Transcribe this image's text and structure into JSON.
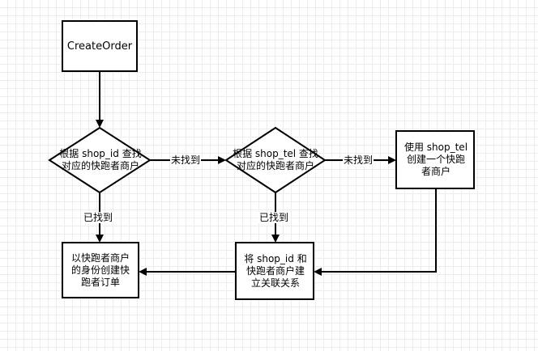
{
  "nodes": {
    "create_order": "CreateOrder",
    "lookup_shop_id": "根据 shop_id 查找对应的快跑者商户",
    "lookup_shop_tel": "根据 shop_tel 查找对应的快跑者商户",
    "create_merchant": "使用 shop_tel 创建一个快跑者商户",
    "link_relation": "将 shop_id 和快跑者商户建立关联关系",
    "create_as_merchant": "以快跑者商户的身份创建快跑者订单"
  },
  "edges": {
    "not_found_1": "未找到",
    "not_found_2": "未找到",
    "found_1": "已找到",
    "found_2": "已找到"
  },
  "colors": {
    "stroke": "#000000",
    "fill": "#ffffff",
    "grid": "#ededed"
  }
}
